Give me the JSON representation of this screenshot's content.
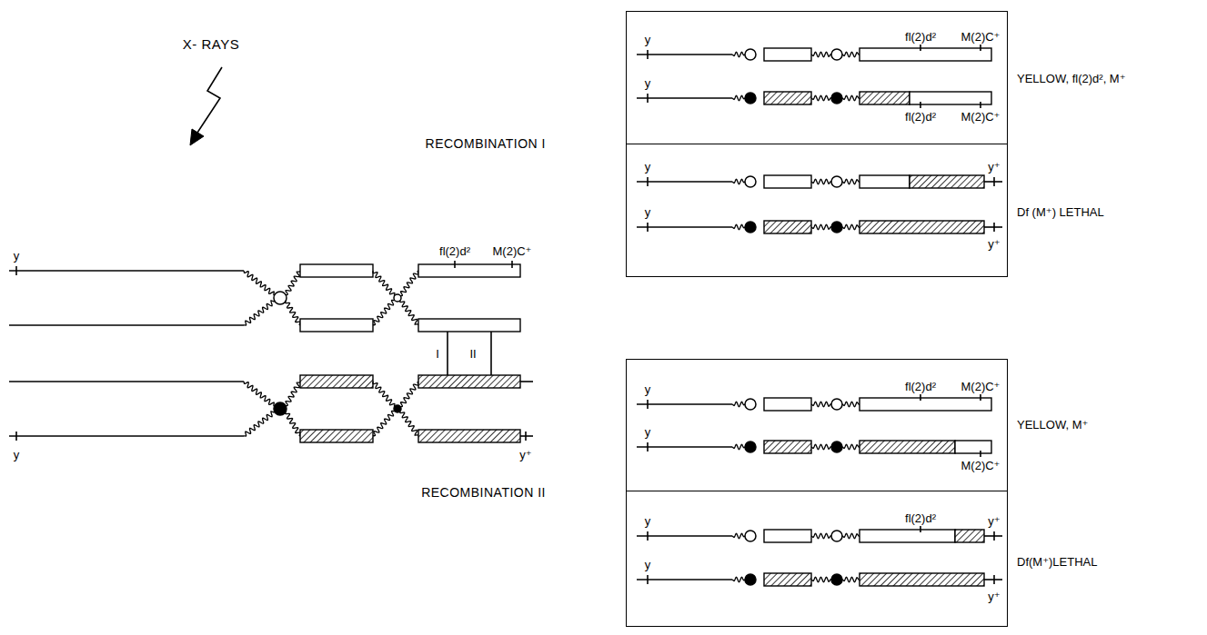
{
  "diagram": {
    "nodes": [
      {
        "text": [
          "RECOMBINATION I"
        ]
      },
      {
        "text": [
          "y",
          "fl(2)d²",
          "M(2)C⁺",
          "y",
          "fl(2)d²",
          "M(2)C⁺",
          "YELLOW, fl(2)d², M⁺"
        ],
        "in": 0
      },
      {
        "text": [
          "y",
          "y⁺",
          "y",
          "y⁺",
          "Df (M⁺) LETHAL"
        ],
        "in": 0
      },
      {
        "text": [
          "RECOMBINATION II"
        ]
      },
      {
        "text": [
          "y",
          "fl(2)d²",
          "M(2)C⁺",
          "y",
          "M(2)C⁺",
          "YELLOW, M⁺"
        ],
        "in": 3
      },
      {
        "text": [
          "y",
          "fl(2)d²",
          "y⁺",
          "y",
          "y⁺",
          "Df(M⁺)LETHAL"
        ],
        "in": 3
      }
    ],
    "labels": [
      "X- RAYS",
      "y",
      "fl(2)d²",
      "M(2)C⁺",
      "I",
      "II",
      "y",
      "y⁺"
    ]
  }
}
